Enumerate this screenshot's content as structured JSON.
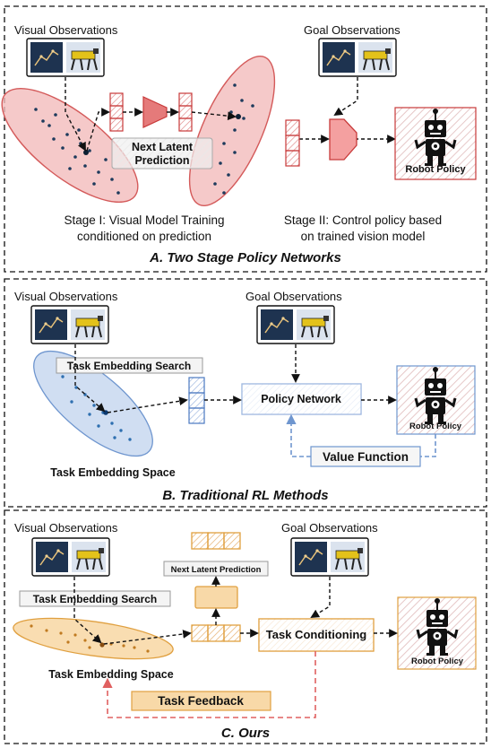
{
  "panel_a": {
    "visual_label": "Visual Observations",
    "goal_label": "Goal Observations",
    "next_latent": "Next Latent",
    "prediction": "Prediction",
    "robot_policy": "Robot Policy",
    "stage1_line1": "Stage I: Visual Model Training",
    "stage1_line2": "conditioned on prediction",
    "stage2_line1": "Stage II: Control policy based",
    "stage2_line2": "on trained vision model",
    "caption": "A. Two Stage Policy Networks"
  },
  "panel_b": {
    "visual_label": "Visual Observations",
    "goal_label": "Goal Observations",
    "search": "Task Embedding Search",
    "policy_network": "Policy Network",
    "robot_policy": "Robot Policy",
    "value_function": "Value Function",
    "space": "Task Embedding Space",
    "caption": "B. Traditional RL Methods"
  },
  "panel_c": {
    "visual_label": "Visual Observations",
    "goal_label": "Goal Observations",
    "next_latent": "Next Latent Prediction",
    "search": "Task Embedding Search",
    "task_conditioning": "Task Conditioning",
    "robot_policy": "Robot Policy",
    "space": "Task Embedding Space",
    "task_feedback": "Task Feedback",
    "caption": "C. Ours"
  },
  "colors": {
    "red_fill": "#f3b8b8",
    "red_stroke": "#d45a5a",
    "blue_fill": "#c8d8f0",
    "blue_stroke": "#6f96cf",
    "orange_fill": "#f8d9a8",
    "orange_stroke": "#e0a040",
    "feedback_stroke": "#e06060"
  }
}
